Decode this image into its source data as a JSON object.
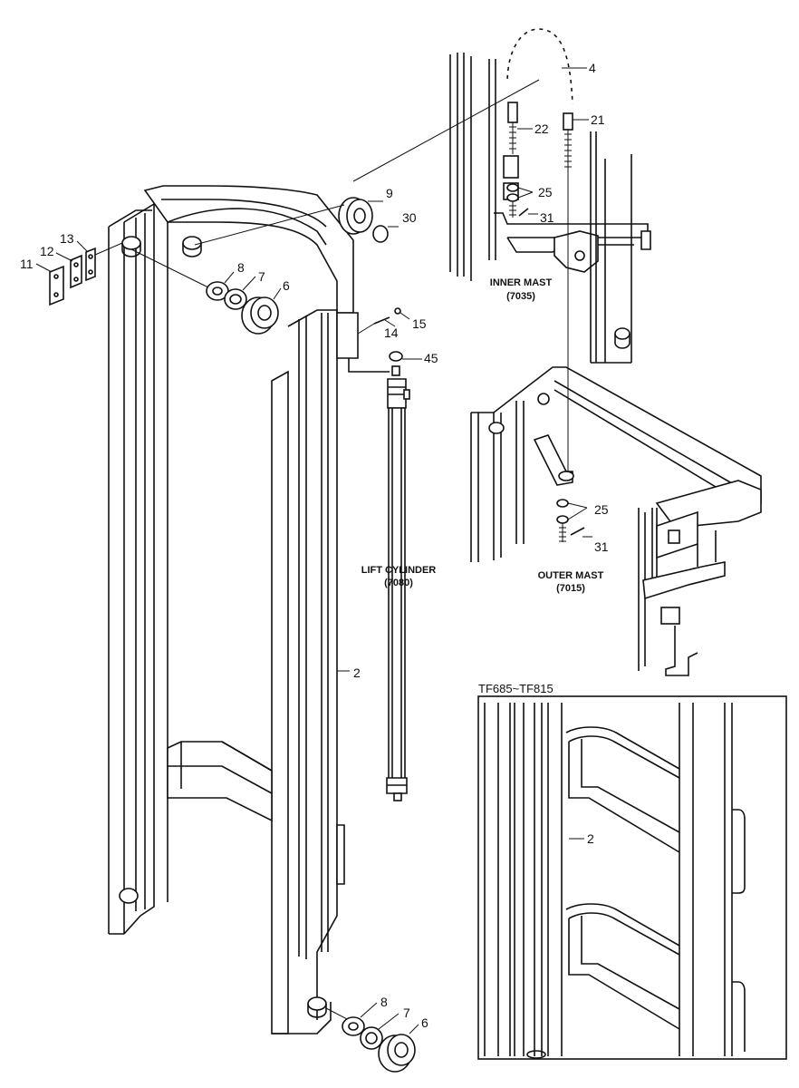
{
  "callouts": {
    "c2": "2",
    "c4": "4",
    "c6": "6",
    "c7": "7",
    "c8": "8",
    "c9": "9",
    "c11": "11",
    "c12": "12",
    "c13": "13",
    "c14": "14",
    "c15": "15",
    "c21": "21",
    "c22": "22",
    "c25": "25",
    "c30": "30",
    "c31": "31",
    "c45": "45"
  },
  "captions": {
    "inner_mast": "INNER MAST",
    "inner_mast_code": "(7035)",
    "outer_mast": "OUTER MAST",
    "outer_mast_code": "(7015)",
    "lift_cylinder": "LIFT CYLINDER",
    "lift_cylinder_code": "(7080)"
  },
  "detail": {
    "title": "TF685~TF815",
    "callout": "2"
  }
}
